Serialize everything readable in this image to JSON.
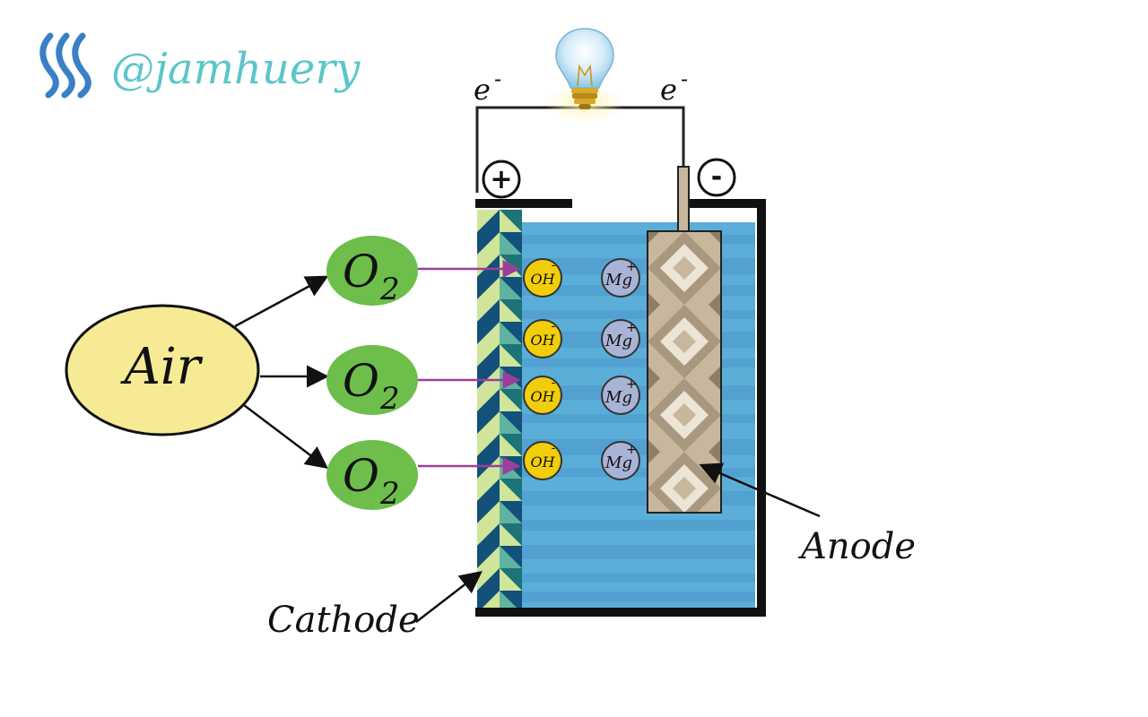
{
  "brand": {
    "handle": "@jamhuery",
    "color": "#5cc6c9",
    "logo_color": "#3b7fc4"
  },
  "circuit": {
    "electron_left": "e",
    "electron_right": "e",
    "charge_sign": "-"
  },
  "terminals": {
    "positive": "+",
    "negative": "-"
  },
  "source": {
    "label": "Air"
  },
  "oxygen": {
    "label": "O",
    "subscript": "2"
  },
  "ions": {
    "hydroxide": {
      "label": "OH",
      "charge": "-"
    },
    "magnesium": {
      "label": "Mg",
      "charge": "+"
    }
  },
  "labels": {
    "cathode": "Cathode",
    "anode": "Anode"
  },
  "colors": {
    "electrolyte": "#5aaed8",
    "electrolyte_stripe": "#4d98cc",
    "air": "#f6eb94",
    "oxygen": "#6dbe4b",
    "hydroxide": "#f2cd0a",
    "magnesium": "#a9b3d6",
    "arrow_purple": "#9b3f9a",
    "anode_base": "#c7b79c",
    "anode_dark": "#8f7e67",
    "anode_light": "#ece4d4",
    "cathode_dark": "#13507a",
    "cathode_mid": "#2a8c88",
    "cathode_light": "#cfe59a"
  }
}
